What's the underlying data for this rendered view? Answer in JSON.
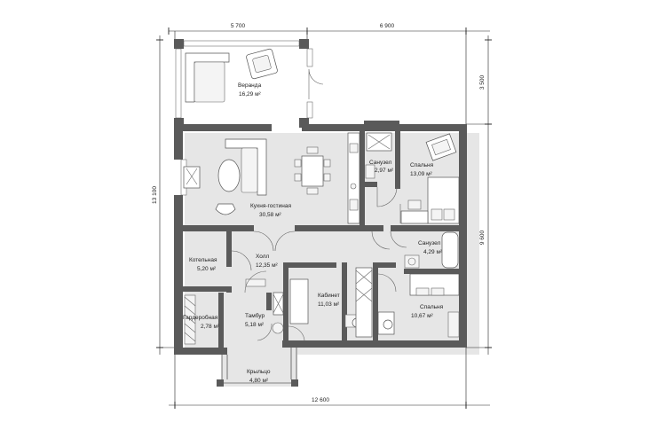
{
  "dimensions": {
    "top_left": "5 700",
    "top_right": "6 900",
    "bottom": "12 600",
    "left": "13 100",
    "right_upper": "3 500",
    "right_lower": "9 600"
  },
  "rooms": {
    "veranda": {
      "name": "Веранда",
      "area": "16,29 м²"
    },
    "kitchen": {
      "name": "Кухня-гостиная",
      "area": "30,58 м²"
    },
    "bath1": {
      "name": "Санузел",
      "area": "2,97 м²"
    },
    "bedroom1": {
      "name": "Спальня",
      "area": "13,09 м²"
    },
    "boiler": {
      "name": "Котельная",
      "area": "5,20 м²"
    },
    "hall": {
      "name": "Холл",
      "area": "12,35 м²"
    },
    "bath2": {
      "name": "Санузел",
      "area": "4,29 м²"
    },
    "office": {
      "name": "Кабинет",
      "area": "11,03 м²"
    },
    "bedroom2": {
      "name": "Спальня",
      "area": "10,67 м²"
    },
    "wardrobe": {
      "name": "Гардеробная",
      "area": "2,78 м²"
    },
    "vestibule": {
      "name": "Тамбур",
      "area": "5,18 м²"
    },
    "porch": {
      "name": "Крыльцо",
      "area": "4,80 м²"
    }
  }
}
